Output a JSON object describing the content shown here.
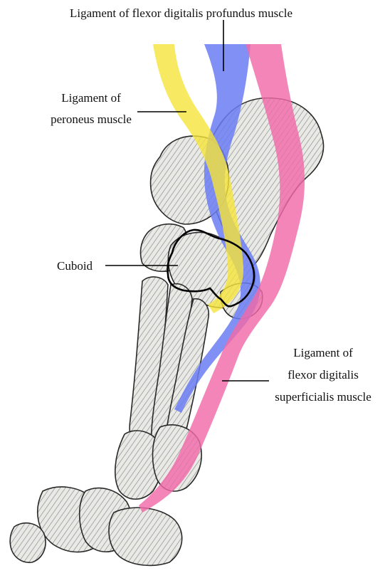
{
  "labels": {
    "flexor_profundus": "Ligament of flexor digitalis profundus muscle",
    "peroneus_line1": "Ligament of",
    "peroneus_line2": "peroneus muscle",
    "cuboid": "Cuboid",
    "superficialis_line1": "Ligament of",
    "superficialis_line2": "flexor digitalis",
    "superficialis_line3": "superficialis muscle"
  },
  "colors": {
    "peroneus_ligament": "#f5e43a",
    "profundus_ligament": "#6b7df2",
    "superficialis_ligament": "#f06aa8",
    "bone_fill": "#e9e9e6",
    "bone_stroke": "#2a2a2a",
    "outline": "#000000"
  }
}
